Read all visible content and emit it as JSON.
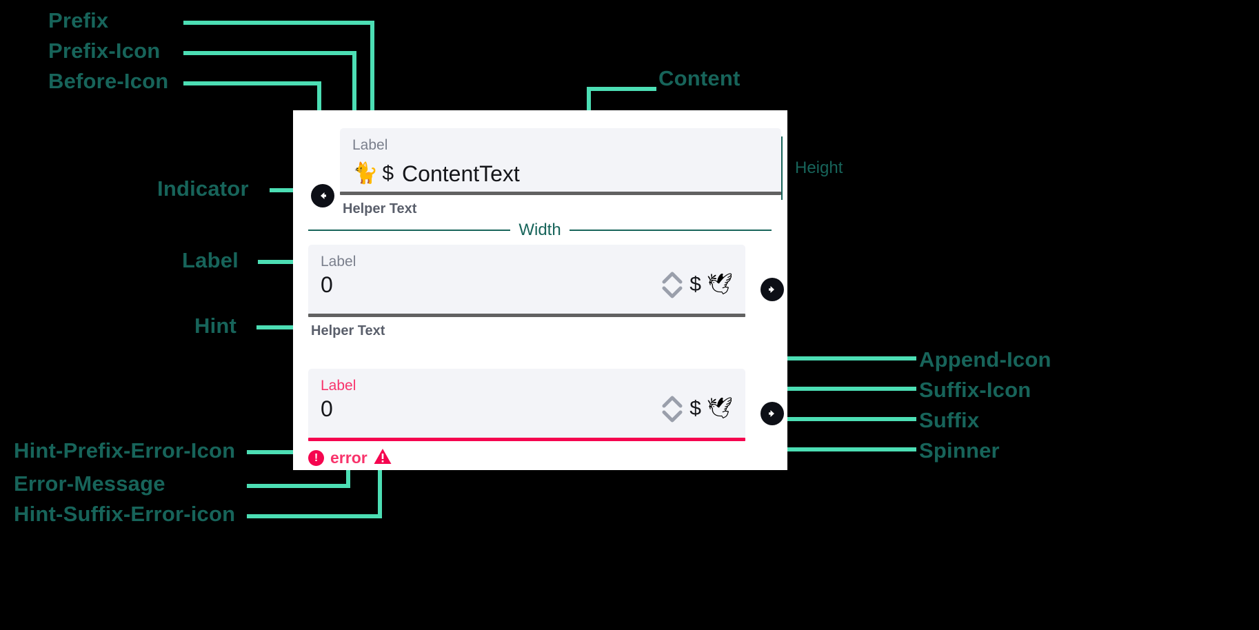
{
  "annotations": {
    "prefix": "Prefix",
    "prefix_icon": "Prefix-Icon",
    "before_icon": "Before-Icon",
    "content": "Content",
    "indicator": "Indicator",
    "label": "Label",
    "hint": "Hint",
    "height": "Height",
    "width": "Width",
    "append_icon": "Append-Icon",
    "suffix_icon": "Suffix-Icon",
    "suffix": "Suffix",
    "spinner": "Spinner",
    "hint_prefix_error_icon": "Hint-Prefix-Error-Icon",
    "error_message": "Error-Message",
    "hint_suffix_error_icon": "Hint-Suffix-Error-icon"
  },
  "fields": {
    "text_field": {
      "label": "Label",
      "prefix": "$",
      "prefix_icon": "🐈",
      "before_icon": "arrow-left-circle-icon",
      "content": "ContentText",
      "hint": "Helper Text"
    },
    "number_field": {
      "label": "Label",
      "value": "0",
      "suffix": "$",
      "suffix_icon": "🕊",
      "append_icon": "arrow-right-circle-icon",
      "hint": "Helper Text",
      "spinner": "spinner-icon"
    },
    "error_field": {
      "label": "Label",
      "value": "0",
      "suffix": "$",
      "suffix_icon": "🕊",
      "append_icon": "arrow-right-circle-icon",
      "error_message": "error",
      "hint_prefix_error_icon": "error-circle-icon",
      "hint_suffix_error_icon": "warning-triangle-icon",
      "spinner": "spinner-icon"
    }
  },
  "colors": {
    "accent": "#4cdeb4",
    "label_text": "#17645a",
    "error": "#f5054f",
    "field_bg": "#f3f4f8",
    "underline": "#616161",
    "card_bg": "#ffffff",
    "page_bg": "#000000"
  }
}
